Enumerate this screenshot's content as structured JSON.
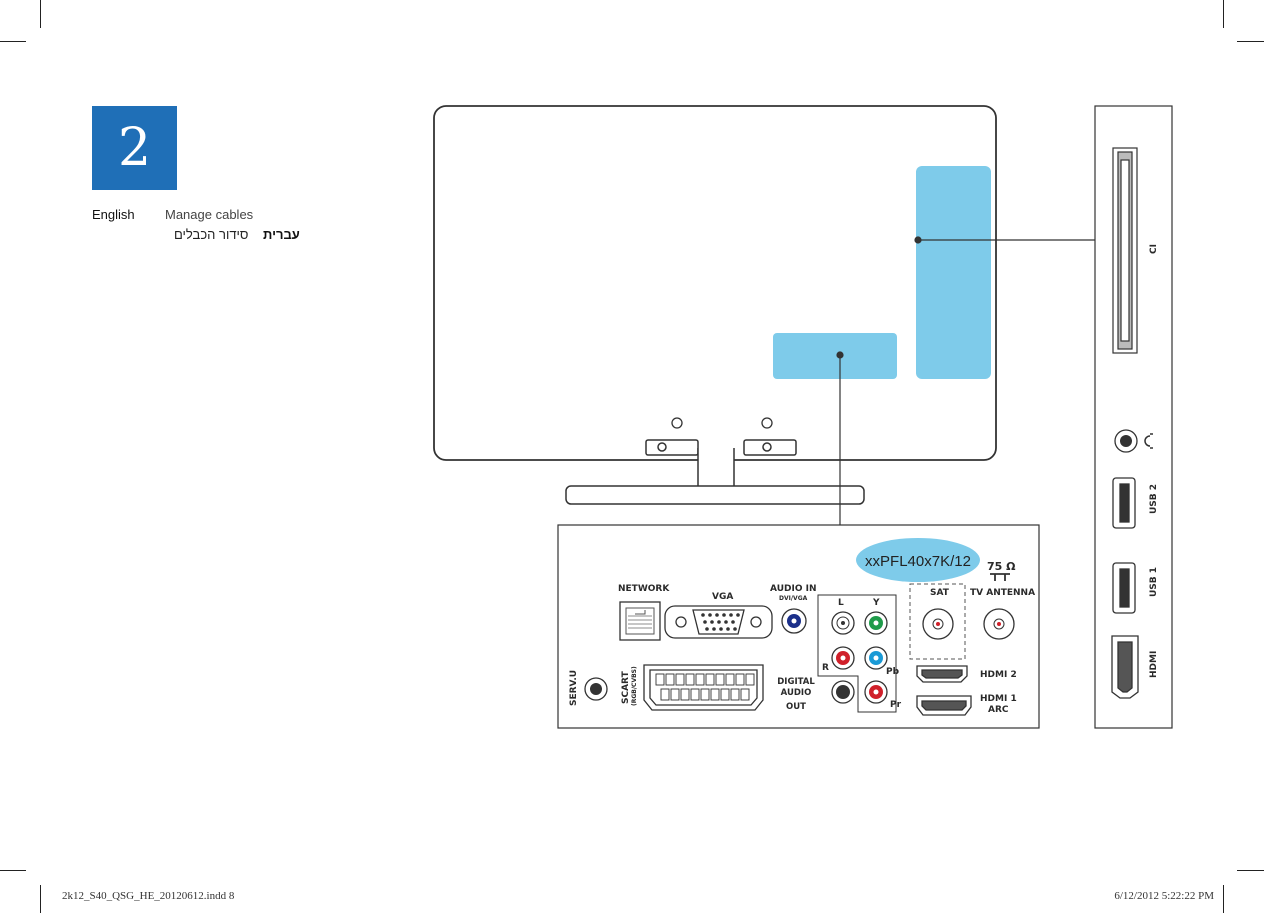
{
  "step": {
    "number": "2"
  },
  "languages": {
    "english": {
      "language": "English",
      "title": "Manage cables"
    },
    "hebrew": {
      "language": "עברית",
      "title": "סידור הכבלים"
    }
  },
  "model_badge": "xxPFL40x7K/12",
  "rear_panel": {
    "network": "NETWORK",
    "vga": "VGA",
    "audio_in": "AUDIO IN",
    "audio_in_sub": "DVI/VGA",
    "l": "L",
    "y": "Y",
    "r": "R",
    "pb": "Pb",
    "pr": "Pr",
    "sat": "SAT",
    "ohm": "75 Ω",
    "tv_antenna": "TV ANTENNA",
    "serv_u": "SERV.U",
    "scart": "SCART",
    "scart_sub": "(RGB/CVBS)",
    "digital_audio_out_1": "DIGITAL",
    "digital_audio_out_2": "AUDIO",
    "digital_audio_out_3": "OUT",
    "hdmi2": "HDMI 2",
    "hdmi1_1": "HDMI 1",
    "hdmi1_2": "ARC"
  },
  "side_panel": {
    "ci": "CI",
    "usb2": "USB 2",
    "usb1": "USB 1",
    "hdmi": "HDMI"
  },
  "footer": {
    "file": "2k12_S40_QSG_HE_20120612.indd   8",
    "date": "6/12/2012   5:22:22 PM"
  },
  "colors": {
    "badge_blue": "#1f6fb7",
    "highlight_blue": "#7ecbea",
    "jack_blue": "#1b2f8a",
    "jack_green": "#1f9b4a",
    "jack_red": "#d0202a",
    "jack_cyan": "#1a9ad6"
  }
}
